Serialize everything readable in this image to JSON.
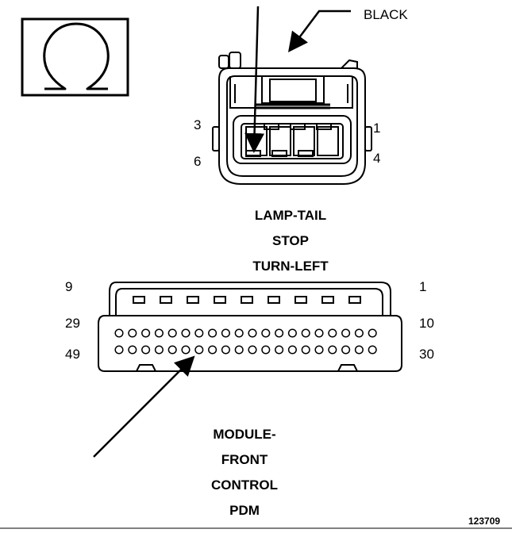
{
  "top_connector": {
    "color_label": "BLACK",
    "pins": {
      "top_left": "3",
      "bottom_left": "6",
      "top_right": "1",
      "bottom_right": "4"
    },
    "caption": [
      "LAMP-TAIL",
      "STOP",
      "TURN-LEFT"
    ]
  },
  "bottom_connector": {
    "pins": {
      "row1_left": "9",
      "row1_right": "1",
      "row2_left": "29",
      "row2_right": "10",
      "row3_left": "49",
      "row3_right": "30"
    },
    "caption": [
      "MODULE-",
      "FRONT",
      "CONTROL",
      "PDM"
    ]
  },
  "figure_id": "123709"
}
